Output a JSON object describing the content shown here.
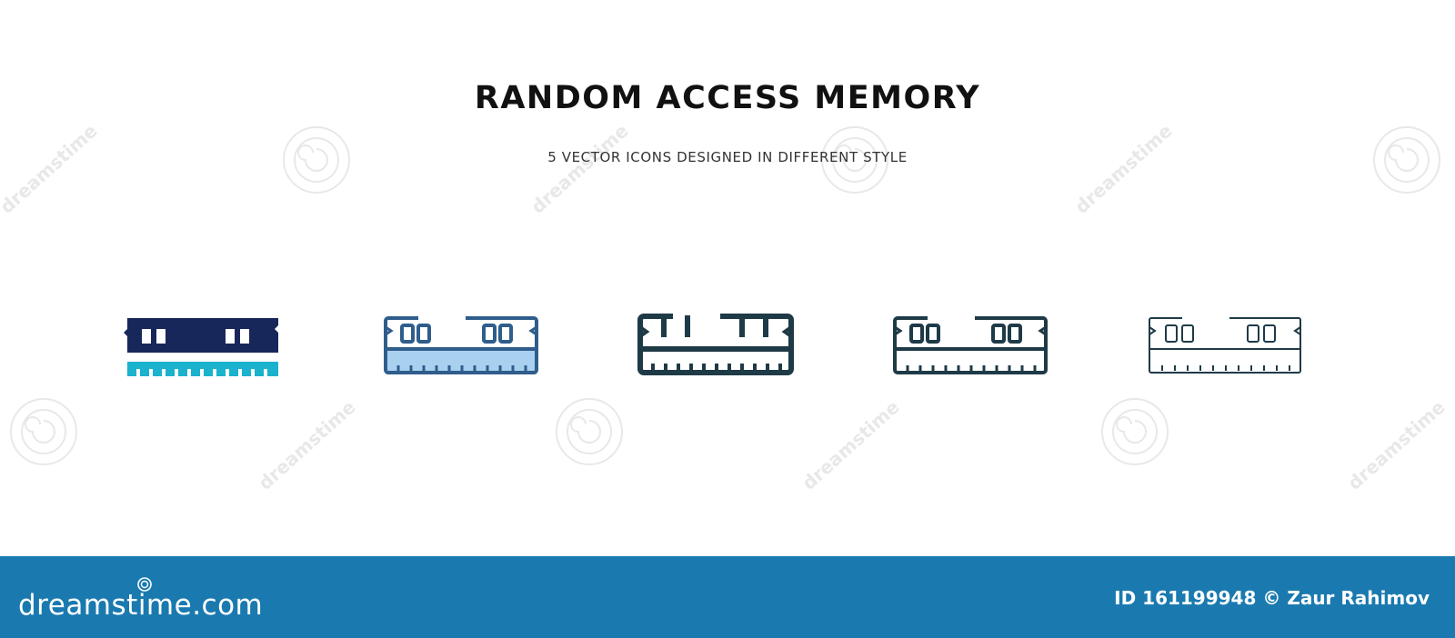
{
  "title": "RANDOM ACCESS MEMORY",
  "subtitle": "5 VECTOR ICONS DESIGNED IN DIFFERENT STYLE",
  "icons": [
    {
      "name": "ram-glyph-icon",
      "style": "filled"
    },
    {
      "name": "ram-two-tone-icon",
      "style": "two-colored"
    },
    {
      "name": "ram-thick-line-icon",
      "style": "thick-line"
    },
    {
      "name": "ram-line-icon",
      "style": "line"
    },
    {
      "name": "ram-thin-line-icon",
      "style": "thin-line"
    }
  ],
  "footer": {
    "brand": "dreamstime.com",
    "credit_id": "ID 161199948",
    "credit_author": "© Zaur Rahimov"
  },
  "colors": {
    "navy": "#17275a",
    "cyan": "#1ab2cc",
    "steel_blue": "#2f5d8c",
    "light_blue": "#a9d0ee",
    "dark_slate": "#1f3a47",
    "footer_blue": "#1a7ab0"
  }
}
